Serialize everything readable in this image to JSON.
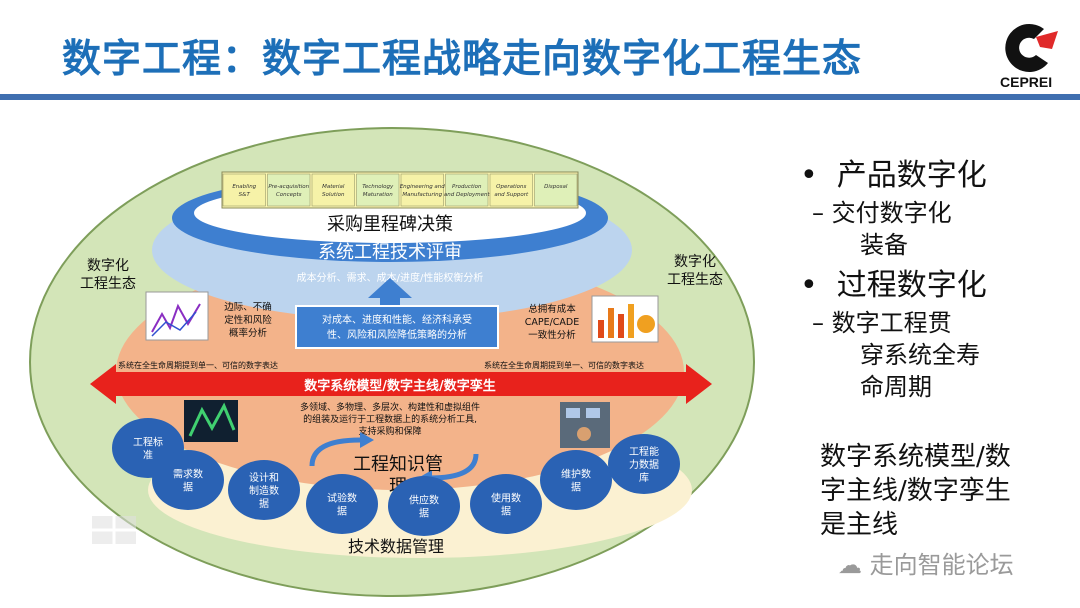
{
  "header": {
    "title": "数字工程：数字工程战略走向数字化工程生态",
    "logo_text": "CEPREI"
  },
  "diagram": {
    "ecosystem_left": [
      "数字化",
      "工程生态"
    ],
    "ecosystem_right": [
      "数字化",
      "工程生态"
    ],
    "acquisition_label": "采购里程碑决策",
    "review_label": "系统工程技术评审",
    "review_sub": "成本分析、需求、成本/进度/性能权衡分析",
    "left_analysis": [
      "边际、不确",
      "定性和风险",
      "概率分析"
    ],
    "right_analysis": [
      "总拥有成本",
      "CAPE/CADE",
      "一致性分析"
    ],
    "center_box": [
      "对成本、进度和性能、经济科承受",
      "性、风险和风险降低策略的分析"
    ],
    "lifecycle_left": "系统在全生命周期提到单一、可信的数字表达",
    "lifecycle_right": "系统在全生命周期提到单一、可信的数字表达",
    "arrow_label": "数字系统模型/数字主线/数字孪生",
    "multi_domain": [
      "多领域、多物理、多层次、构建性和虚拟组件",
      "的组装及运行于工程数据上的系统分析工具,",
      "支持采购和保障"
    ],
    "knowledge_label": "工程知识管",
    "knowledge_label2": "理",
    "tech_data_label": "技术数据管理",
    "phases": [
      {
        "t1": "Enabling",
        "t2": "S&T"
      },
      {
        "t1": "Pre-acquisition",
        "t2": "Concepts"
      },
      {
        "t1": "Material",
        "t2": "Solution"
      },
      {
        "t1": "Technology",
        "t2": "Maturation"
      },
      {
        "t1": "Engineering and",
        "t2": "Manufacturing"
      },
      {
        "t1": "Production",
        "t2": "and Deployment"
      },
      {
        "t1": "Operations",
        "t2": "and Support"
      },
      {
        "t1": "Disposal",
        "t2": ""
      }
    ],
    "circles": [
      {
        "lines": [
          "工程标",
          "准"
        ]
      },
      {
        "lines": [
          "需求数",
          "据"
        ]
      },
      {
        "lines": [
          "设计和",
          "制造数",
          "据"
        ]
      },
      {
        "lines": [
          "试验数",
          "据"
        ]
      },
      {
        "lines": [
          "供应数",
          "据"
        ]
      },
      {
        "lines": [
          "使用数",
          "据"
        ]
      },
      {
        "lines": [
          "维护数",
          "据"
        ]
      },
      {
        "lines": [
          "工程能",
          "力数据",
          "库"
        ]
      }
    ]
  },
  "bullets": {
    "item1": "产品数字化",
    "item1_sub": [
      "交付数字化",
      "装备"
    ],
    "item2": "过程数字化",
    "item2_sub": [
      "数字工程贯",
      "穿系统全寿",
      "命周期"
    ]
  },
  "note": [
    "数字系统模型/数",
    "字主线/数字孪生",
    "是主线"
  ],
  "watermark": "走向智能论坛",
  "colors": {
    "title": "#1d6fb8",
    "rule": "#3f6fb0",
    "arrow": "#e8221c",
    "circle": "#2a62b4",
    "outer": "#cfe2b5"
  }
}
